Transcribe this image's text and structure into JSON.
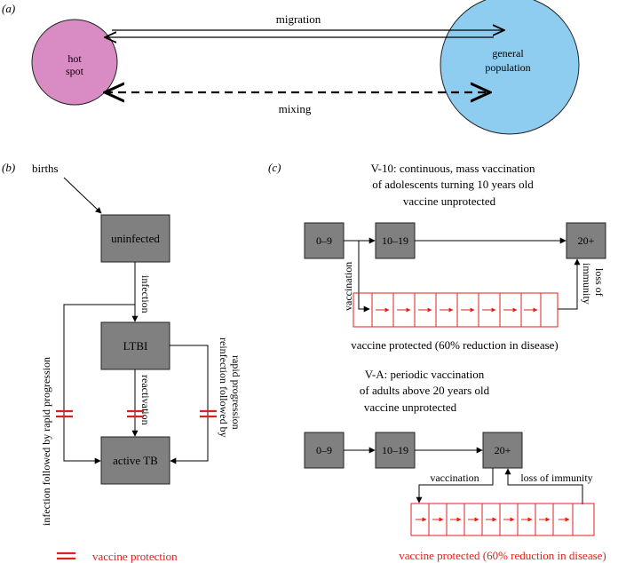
{
  "panel_a": {
    "label": "(a)",
    "hotspot": {
      "line1": "hot",
      "line2": "spot",
      "color": "#d98cc4"
    },
    "general": {
      "line1": "general",
      "line2": "population",
      "color": "#8ecdf0"
    },
    "migration": "migration",
    "mixing": "mixing"
  },
  "panel_b": {
    "label": "(b)",
    "births": "births",
    "uninfected": "uninfected",
    "ltbi": "LTBI",
    "active": "active TB",
    "infection": "infection",
    "reactivation": "reactivation",
    "rapid_left": "infection followed by rapid progression",
    "rapid_right_1": "reinfection followed by",
    "rapid_right_2": "rapid progression",
    "legend": "vaccine protection"
  },
  "panel_c": {
    "label": "(c)",
    "v10": {
      "title1": "V-10: continuous, mass vaccination",
      "title2": "of adolescents turning 10 years old",
      "unprotected": "vaccine unprotected",
      "box1": "0–9",
      "box2": "10–19",
      "box3": "20+",
      "vaccination": "vaccination",
      "loss1": "loss of",
      "loss2": "immunity",
      "protected": "vaccine protected (60% reduction in disease)"
    },
    "va": {
      "title1": "V-A: periodic vaccination",
      "title2": "of adults above 20 years old",
      "unprotected": "vaccine unprotected",
      "box1": "0–9",
      "box2": "10–19",
      "box3": "20+",
      "vaccination": "vaccination",
      "loss": "loss of immunity",
      "protected": "vaccine protected (60% reduction in disease)"
    }
  },
  "colors": {
    "box": "#808080",
    "protection": "#e0201c"
  }
}
